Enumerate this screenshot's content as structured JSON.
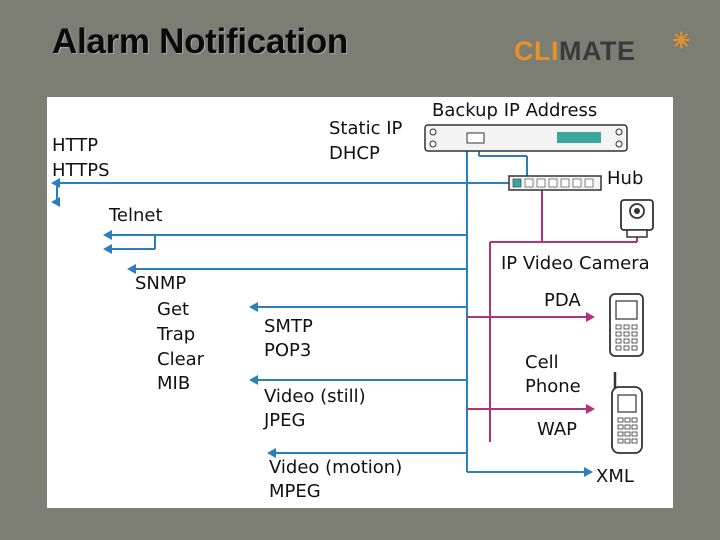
{
  "header": {
    "title": "Alarm Notification",
    "logo_part1": "CLI",
    "logo_part2": "MATE",
    "logo_star": "✳"
  },
  "diagram": {
    "protocols": {
      "http": "HTTP",
      "https": "HTTPS",
      "telnet": "Telnet",
      "snmp": "SNMP",
      "snmp_get": "Get",
      "snmp_trap": "Trap",
      "snmp_clear": "Clear",
      "snmp_mib": "MIB",
      "smtp": "SMTP",
      "pop3": "POP3",
      "video_still": "Video (still)",
      "jpeg": "JPEG",
      "video_motion": "Video (motion)",
      "mpeg": "MPEG"
    },
    "devices": {
      "backup_ip": "Backup IP Address",
      "static_ip": "Static IP",
      "dhcp": "DHCP",
      "hub": "Hub",
      "ip_camera": "IP Video Camera",
      "pda": "PDA",
      "cell": "Cell",
      "phone": "Phone",
      "wap": "WAP",
      "xml": "XML"
    },
    "colors": {
      "blue": "#2a7fc0",
      "magenta": "#b5327a",
      "teal": "#3aa89a"
    }
  }
}
